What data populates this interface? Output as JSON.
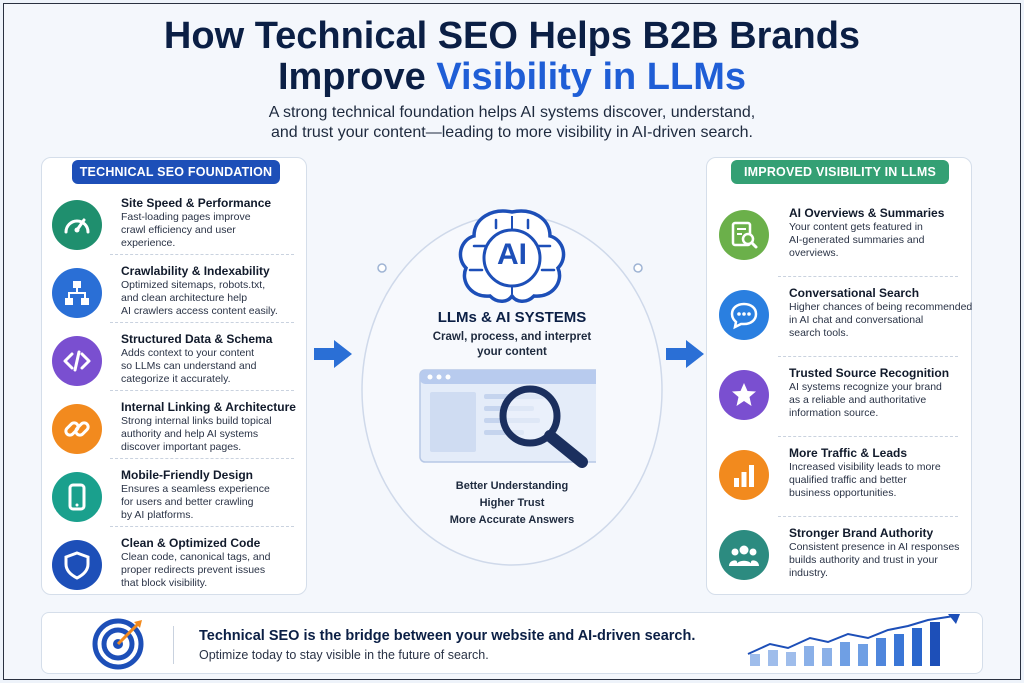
{
  "header": {
    "title_line1": "How Technical SEO Helps B2B Brands",
    "title_line2_prefix": "Improve ",
    "title_line2_accent": "Visibility in LLMs",
    "subtitle_line1": "A strong technical foundation helps AI systems discover, understand,",
    "subtitle_line2": "and trust your content—leading to more visibility in AI-driven search."
  },
  "left": {
    "header": "TECHNICAL SEO FOUNDATION",
    "items": [
      {
        "title": "Site Speed & Performance",
        "desc": [
          "Fast-loading pages improve",
          "crawl efficiency and user",
          "experience."
        ],
        "icon": "speedometer-icon",
        "color": "#1f8f6e"
      },
      {
        "title": "Crawlability & Indexability",
        "desc": [
          "Optimized sitemaps, robots.txt,",
          "and clean architecture help",
          "AI crawlers access content easily."
        ],
        "icon": "sitemap-icon",
        "color": "#2a6fd6"
      },
      {
        "title": "Structured Data & Schema",
        "desc": [
          "Adds context to your content",
          "so LLMs can understand and",
          "categorize it accurately."
        ],
        "icon": "code-icon",
        "color": "#7a4fd0"
      },
      {
        "title": "Internal Linking & Architecture",
        "desc": [
          "Strong internal links build topical",
          "authority and help AI systems",
          "discover important pages."
        ],
        "icon": "link-icon",
        "color": "#f28a1e"
      },
      {
        "title": "Mobile-Friendly Design",
        "desc": [
          "Ensures a seamless experience",
          "for users and better crawling",
          "by AI platforms."
        ],
        "icon": "mobile-icon",
        "color": "#1aa08d"
      },
      {
        "title": "Clean & Optimized Code",
        "desc": [
          "Clean code, canonical tags, and",
          "proper redirects prevent issues",
          "that block visibility."
        ],
        "icon": "shield-icon",
        "color": "#1d4fb8"
      }
    ]
  },
  "center": {
    "ai_label": "AI",
    "title": "LLMs & AI SYSTEMS",
    "subtitle_line1": "Crawl, process, and interpret",
    "subtitle_line2": "your content",
    "benefits": [
      "Better Understanding",
      "Higher Trust",
      "More Accurate Answers"
    ]
  },
  "right": {
    "header": "IMPROVED VISIBILITY IN LLMS",
    "items": [
      {
        "title": "AI Overviews & Summaries",
        "desc": [
          "Your content gets featured in",
          "AI-generated summaries and",
          "overviews."
        ],
        "icon": "document-search-icon",
        "color": "#6bb04a"
      },
      {
        "title": "Conversational Search",
        "desc": [
          "Higher chances of being recommended",
          "in AI chat and conversational",
          "search tools."
        ],
        "icon": "chat-bubble-icon",
        "color": "#2a7fe0"
      },
      {
        "title": "Trusted Source Recognition",
        "desc": [
          "AI systems recognize your brand",
          "as a reliable and authoritative",
          "information source."
        ],
        "icon": "star-icon",
        "color": "#7a4fd0"
      },
      {
        "title": "More Traffic & Leads",
        "desc": [
          "Increased visibility leads to more",
          "qualified traffic and better",
          "business opportunities."
        ],
        "icon": "bar-chart-icon",
        "color": "#f28a1e"
      },
      {
        "title": "Stronger Brand Authority",
        "desc": [
          "Consistent presence in AI responses",
          "builds authority and trust in your",
          "industry."
        ],
        "icon": "people-icon",
        "color": "#2c8b80"
      }
    ]
  },
  "banner": {
    "main": "Technical SEO is the bridge between your website and AI-driven search.",
    "sub": "Optimize today to stay visible in the future of search."
  }
}
